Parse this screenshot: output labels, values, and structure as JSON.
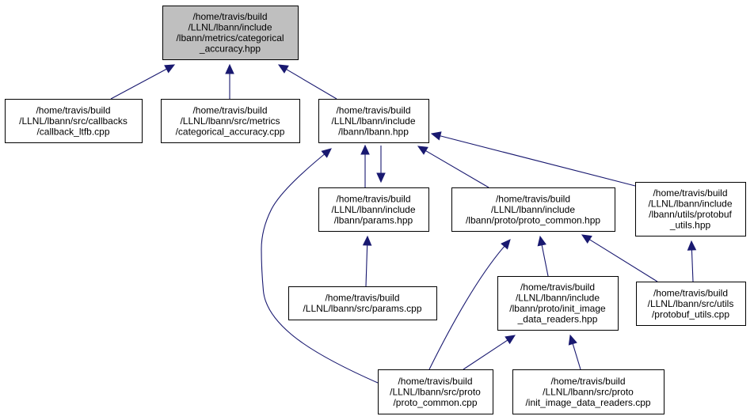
{
  "diagram": {
    "nodes": {
      "root": {
        "lines": [
          "/home/travis/build",
          "/LLNL/lbann/include",
          "/lbann/metrics/categorical",
          "_accuracy.hpp"
        ],
        "highlighted": true
      },
      "callback_ltfb": {
        "lines": [
          "/home/travis/build",
          "/LLNL/lbann/src/callbacks",
          "/callback_ltfb.cpp"
        ]
      },
      "categorical_cpp": {
        "lines": [
          "/home/travis/build",
          "/LLNL/lbann/src/metrics",
          "/categorical_accuracy.cpp"
        ]
      },
      "lbann_hpp": {
        "lines": [
          "/home/travis/build",
          "/LLNL/lbann/include",
          "/lbann/lbann.hpp"
        ]
      },
      "params_hpp": {
        "lines": [
          "/home/travis/build",
          "/LLNL/lbann/include",
          "/lbann/params.hpp"
        ]
      },
      "proto_common_hpp": {
        "lines": [
          "/home/travis/build",
          "/LLNL/lbann/include",
          "/lbann/proto/proto_common.hpp"
        ]
      },
      "protobuf_utils_hpp": {
        "lines": [
          "/home/travis/build",
          "/LLNL/lbann/include",
          "/lbann/utils/protobuf",
          "_utils.hpp"
        ]
      },
      "params_cpp": {
        "lines": [
          "/home/travis/build",
          "/LLNL/lbann/src/params.cpp"
        ]
      },
      "init_image_hpp": {
        "lines": [
          "/home/travis/build",
          "/LLNL/lbann/include",
          "/lbann/proto/init_image",
          "_data_readers.hpp"
        ]
      },
      "protobuf_utils_cpp": {
        "lines": [
          "/home/travis/build",
          "/LLNL/lbann/src/utils",
          "/protobuf_utils.cpp"
        ]
      },
      "proto_common_cpp": {
        "lines": [
          "/home/travis/build",
          "/LLNL/lbann/src/proto",
          "/proto_common.cpp"
        ]
      },
      "init_image_cpp": {
        "lines": [
          "/home/travis/build",
          "/LLNL/lbann/src/proto",
          "/init_image_data_readers.cpp"
        ]
      }
    },
    "edges": [
      {
        "from": "callback_ltfb",
        "to": "root"
      },
      {
        "from": "categorical_cpp",
        "to": "root"
      },
      {
        "from": "lbann_hpp",
        "to": "root"
      },
      {
        "from": "params_hpp",
        "to": "lbann_hpp"
      },
      {
        "from": "lbann_hpp",
        "to": "params_hpp"
      },
      {
        "from": "proto_common_hpp",
        "to": "lbann_hpp"
      },
      {
        "from": "protobuf_utils_hpp",
        "to": "lbann_hpp"
      },
      {
        "from": "proto_common_cpp",
        "to": "lbann_hpp"
      },
      {
        "from": "params_cpp",
        "to": "params_hpp"
      },
      {
        "from": "init_image_hpp",
        "to": "proto_common_hpp"
      },
      {
        "from": "protobuf_utils_cpp",
        "to": "proto_common_hpp"
      },
      {
        "from": "proto_common_cpp",
        "to": "proto_common_hpp"
      },
      {
        "from": "protobuf_utils_cpp",
        "to": "protobuf_utils_hpp"
      },
      {
        "from": "proto_common_cpp",
        "to": "init_image_hpp"
      },
      {
        "from": "init_image_cpp",
        "to": "init_image_hpp"
      }
    ]
  }
}
